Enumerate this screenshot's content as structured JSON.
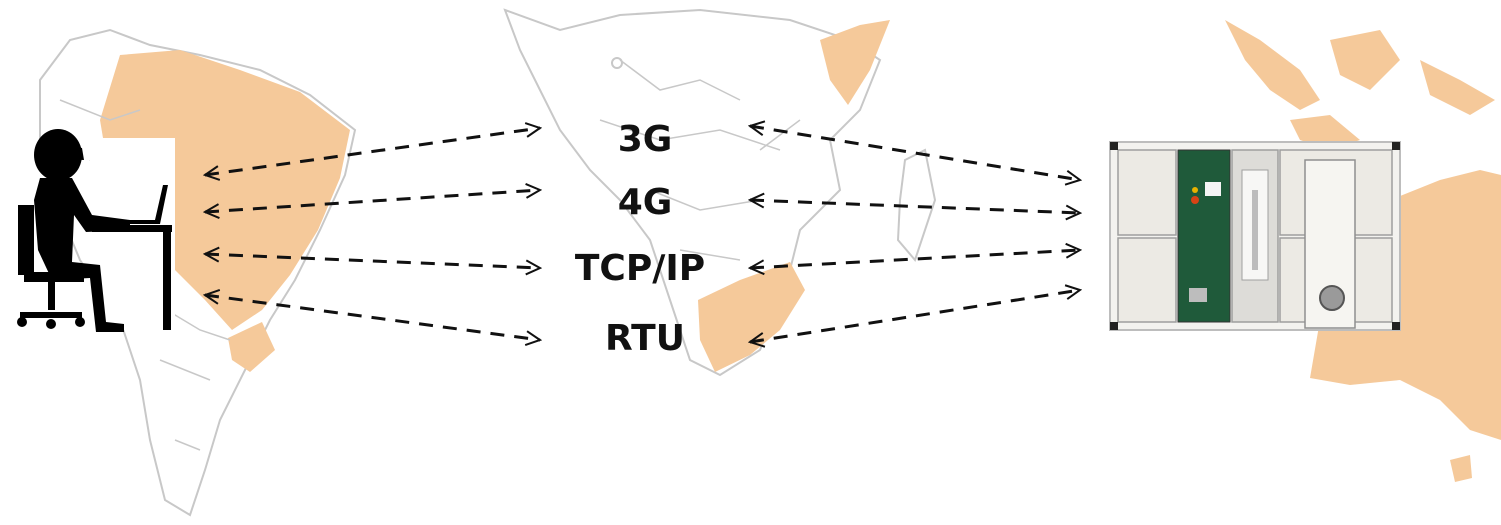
{
  "diagram": {
    "protocols": [
      {
        "label": "3G"
      },
      {
        "label": "4G"
      },
      {
        "label": "TCP/IP"
      },
      {
        "label": "RTU"
      }
    ],
    "colors": {
      "landmass": "#f5c99a",
      "border": "#c8c8c8",
      "arrow": "#111111",
      "silhouette": "#000000",
      "unit_panel": "#eceae4",
      "unit_control": "#1f5a3a"
    },
    "icons": {
      "user": "person-at-laptop-icon",
      "device": "air-handling-unit-icon"
    }
  }
}
